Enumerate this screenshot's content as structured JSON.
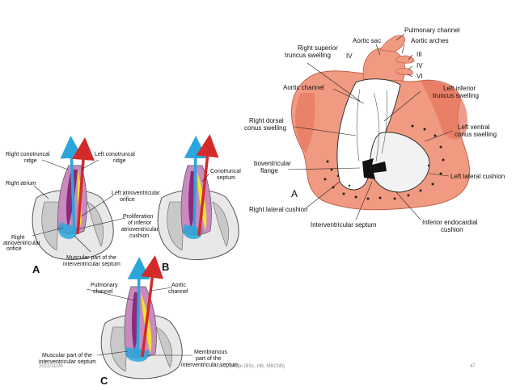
{
  "left_figure": {
    "panel_labels": {
      "a": "A",
      "b": "B",
      "c": "C"
    },
    "labels": {
      "right_conotruncal_ridge": [
        "Right conotruncal",
        "ridge"
      ],
      "left_conotruncal_ridge": [
        "Left conotruncal",
        "ridge"
      ],
      "right_atrium": "Right atrium",
      "left_av_orifice": [
        "Left atrioventricular",
        "orifice"
      ],
      "right_av_orifice": [
        "Right",
        "atrioventricular",
        "orifice"
      ],
      "proliferation": [
        "Proliferation",
        "of inferior",
        "atrioventricular",
        "cushion"
      ],
      "muscular_septum_a": [
        "Muscular part of the",
        "interventricular septum"
      ],
      "conotruncal_septum": [
        "Conotruncal",
        "septum"
      ],
      "pulmonary_channel": [
        "Pulmonary",
        "channel"
      ],
      "aortic_channel": [
        "Aortic",
        "channel"
      ],
      "muscular_septum_c": [
        "Muscular part of the",
        "interventricular septum"
      ],
      "membranous_septum": [
        "Membranous",
        "part of the",
        "interventricular septum"
      ]
    }
  },
  "right_figure": {
    "panel_label": "A",
    "labels": {
      "pulmonary_channel": "Pulmonary channel",
      "aortic_sac": "Aortic sac",
      "aortic_arches": "Aortic arches",
      "right_superior_truncus": [
        "Right superior",
        "truncus swelling"
      ],
      "arch_iv_left": "IV",
      "arch_iii": "III",
      "arch_iv": "IV",
      "arch_vi": "VI",
      "aortic_channel": "Aortic channel",
      "left_inferior_truncus": [
        "Left inferior",
        "truncus swelling"
      ],
      "right_dorsal_conus": [
        "Right dorsal",
        "conus swelling"
      ],
      "left_ventral_conus": [
        "Left ventral",
        "conus swelling"
      ],
      "bulboventricular_flange": [
        "boventricular",
        "flange"
      ],
      "left_lateral_cushion": "Left lateral cushion",
      "right_lateral_cushion": "Right lateral cushion",
      "interventricular_septum": "Interventricular septum",
      "inferior_endocardial_cushion": [
        "Inferior endocardial",
        "cushion"
      ]
    }
  },
  "footer": {
    "date": "2022/11/26",
    "author": "Dr. A. Shapi (BSc, HB, MBChB)",
    "page": "47"
  },
  "colors": {
    "heart_pink": "#f19a82",
    "heart_dark": "#e6735a",
    "pulmonary_blue": "#2aa6da",
    "aortic_red": "#d42a2a",
    "septum_yellow": "#f2e32a",
    "septum_purple": "#8a2a7a"
  }
}
